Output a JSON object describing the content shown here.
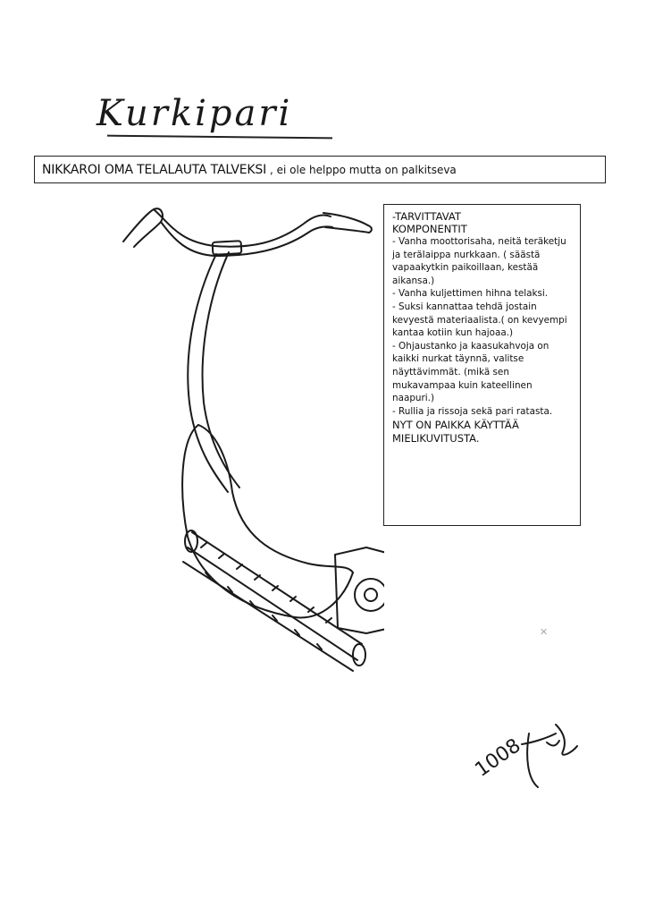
{
  "title": "Kurkipari",
  "tagline": {
    "main": "NIKKAROI OMA TELALAUTA TALVEKSI",
    "rest": ", ei ole helppo mutta on palkitseva"
  },
  "components": {
    "heading_line1": "-TARVITTAVAT",
    "heading_line2": "KOMPONENTIT",
    "items": [
      "- Vanha moottorisaha, neitä teräketju ja teräIaippa nurkkaan. ( säästä vapaakytkin paikoillaan, kestää aikansa.)",
      "- Vanha kuljettimen hihna telaksi.",
      "- Suksi kannattaa tehdä jostain kevyestä materiaalista.( on kevyempi kantaa kotiin kun hajoaa.)",
      "- Ohjaustanko ja kaasukahvoja on kaikki nurkat täynnä, valitse näyttävimmät. (mikä sen mukavampaa kuin kateellinen naapuri.)",
      "- Rullia ja rissoja sekä pari ratasta."
    ],
    "footer_line1": "NYT ON PAIKKA KÄYTTÄÄ",
    "footer_line2": "MIELIKUVITUSTA."
  },
  "signature": {
    "number": "1008",
    "name": "Jöskö"
  },
  "colors": {
    "ink": "#111111",
    "paper": "#ffffff"
  }
}
